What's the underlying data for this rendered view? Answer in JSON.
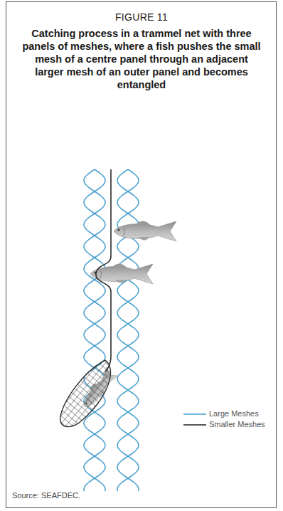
{
  "diagram": {
    "title": "FIGURE 11",
    "caption": "Catching process in a trammel net with three panels of meshes, where a fish pushes the small mesh of a centre panel through an adjacent larger mesh of an outer panel and becomes entangled",
    "labels": [
      "Source: SEAFDEC."
    ],
    "legend": [
      {
        "text": "Large Meshes"
      },
      {
        "text": "Smaller Meshes"
      }
    ]
  }
}
